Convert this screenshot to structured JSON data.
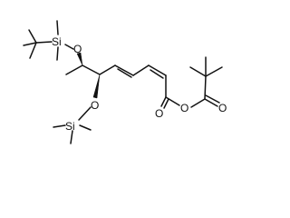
{
  "molecule": {
    "atom_labels": {
      "otbs_si": "Si",
      "otbs_o": "O",
      "otms_o": "O",
      "otms_si": "Si",
      "ester_carbonyl_o": "O",
      "anhydride_o": "O",
      "pivaloyl_carbonyl_o": "O"
    },
    "colors": {
      "bond": "#111111",
      "background": "#ffffff"
    }
  }
}
